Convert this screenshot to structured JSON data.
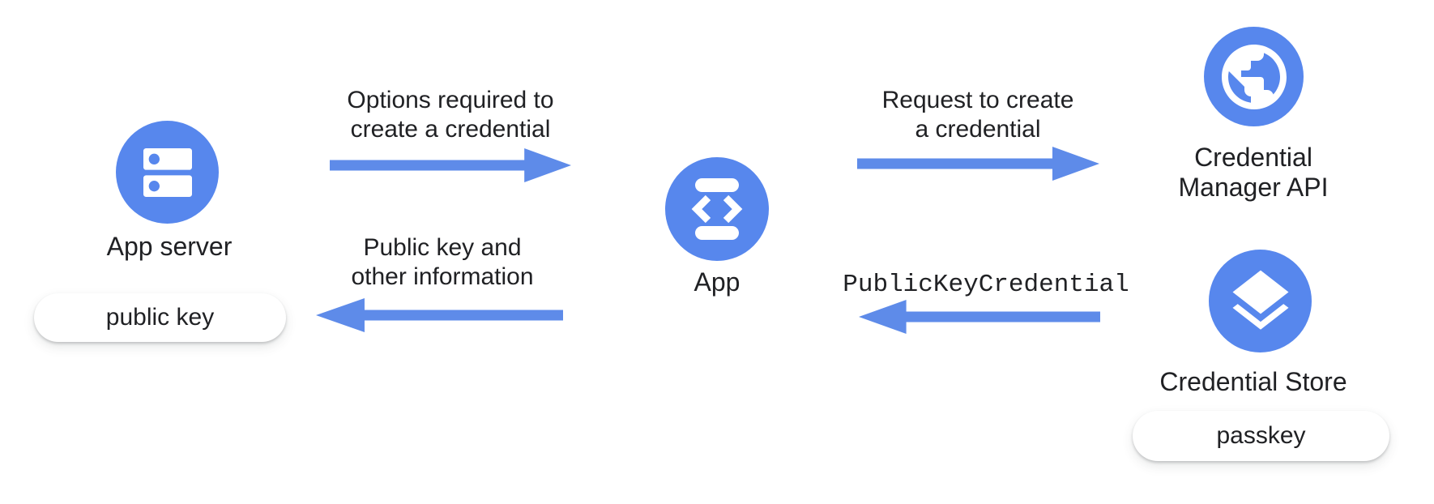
{
  "nodes": {
    "app_server": {
      "label": "App server",
      "icon": "server-icon",
      "badge": "public key"
    },
    "app": {
      "label": "App",
      "icon": "phone-code-icon"
    },
    "credential_manager": {
      "icon": "globe-icon",
      "label_lines": [
        "Credential",
        "Manager API"
      ]
    },
    "credential_store": {
      "label": "Credential Store",
      "icon": "layers-icon",
      "badge": "passkey"
    }
  },
  "arrows": {
    "options": {
      "direction": "right",
      "lines": [
        "Options required to",
        "create a credential"
      ]
    },
    "request": {
      "direction": "right",
      "lines": [
        "Request to create",
        "a credential"
      ]
    },
    "public_key_credential": {
      "direction": "left",
      "label": "PublicKeyCredential"
    },
    "public_key_info": {
      "direction": "left",
      "lines": [
        "Public key and",
        "other information"
      ]
    }
  },
  "colors": {
    "node_blue": "#5787ED",
    "arrow_blue": "#5E8BE9",
    "icon_white": "#FFFFFF",
    "text": "#202124",
    "pill_bg": "#FFFFFF"
  }
}
